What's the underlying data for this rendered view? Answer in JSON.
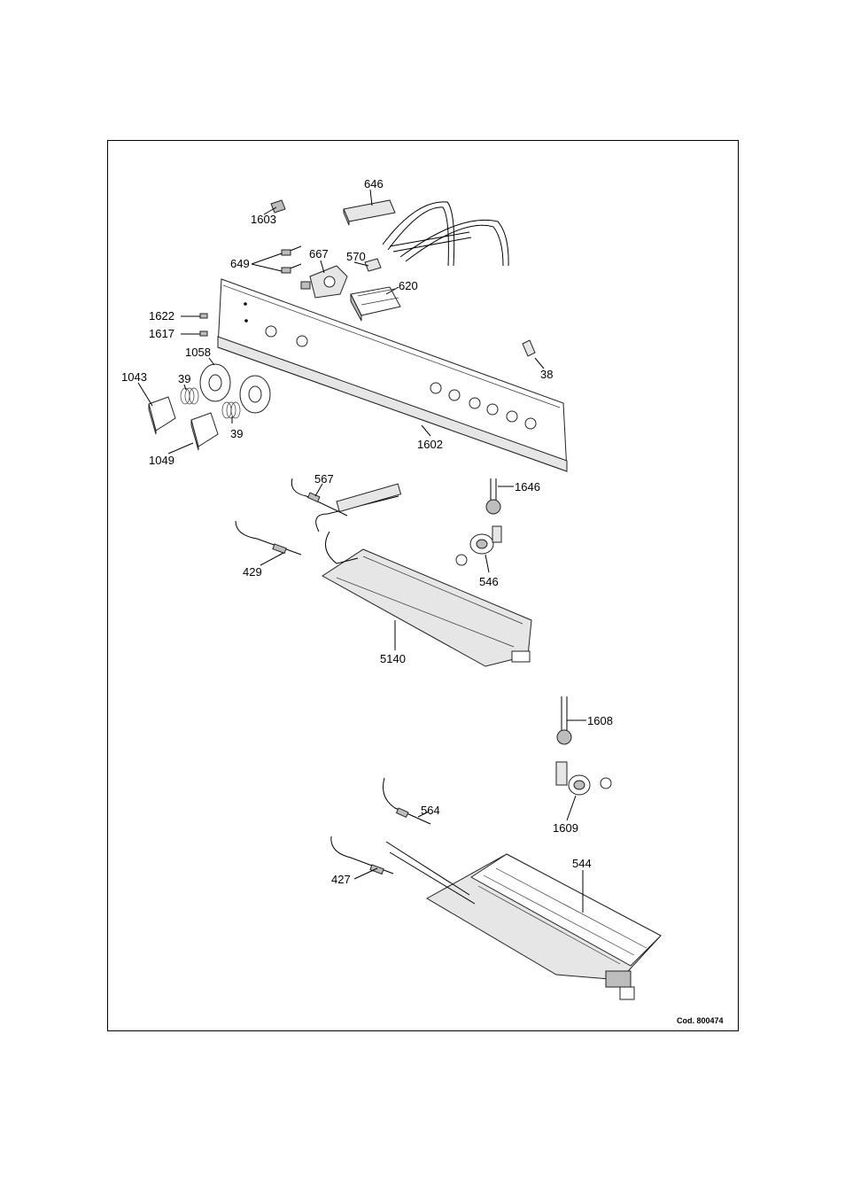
{
  "diagram": {
    "code": "Cod. 800474",
    "labels": {
      "l646": "646",
      "l1603": "1603",
      "l649": "649",
      "l667": "667",
      "l570": "570",
      "l620": "620",
      "l1622": "1622",
      "l1617": "1617",
      "l1058": "1058",
      "l38": "38",
      "l1043": "1043",
      "l39a": "39",
      "l39b": "39",
      "l1049": "1049",
      "l1602": "1602",
      "l567": "567",
      "l1646": "1646",
      "l429": "429",
      "l546": "546",
      "l5140": "5140",
      "l1608": "1608",
      "l564": "564",
      "l1609": "1609",
      "l544": "544",
      "l427": "427"
    }
  }
}
